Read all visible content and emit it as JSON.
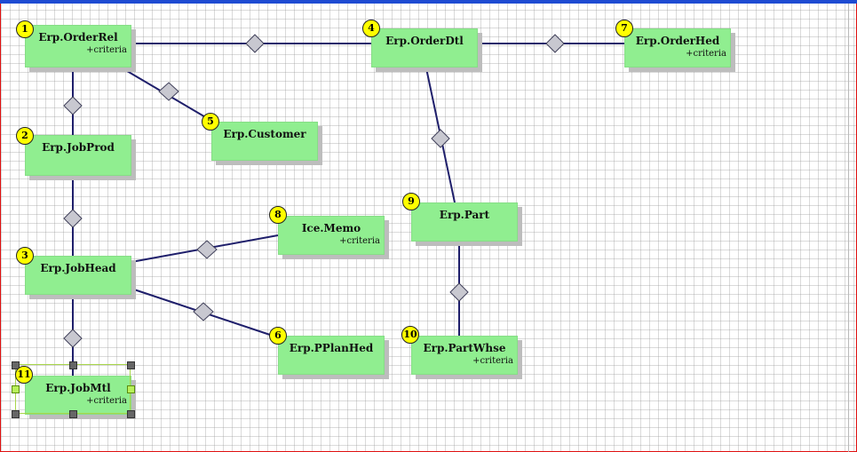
{
  "diagram": {
    "entities": [
      {
        "id": "n1",
        "badge": "1",
        "name": "Erp.OrderRel",
        "sub": "+criteria"
      },
      {
        "id": "n2",
        "badge": "2",
        "name": "Erp.JobProd",
        "sub": ""
      },
      {
        "id": "n3",
        "badge": "3",
        "name": "Erp.JobHead",
        "sub": ""
      },
      {
        "id": "n4",
        "badge": "4",
        "name": "Erp.OrderDtl",
        "sub": ""
      },
      {
        "id": "n5",
        "badge": "5",
        "name": "Erp.Customer",
        "sub": ""
      },
      {
        "id": "n6",
        "badge": "6",
        "name": "Erp.PPlanHed",
        "sub": ""
      },
      {
        "id": "n7",
        "badge": "7",
        "name": "Erp.OrderHed",
        "sub": "+criteria"
      },
      {
        "id": "n8",
        "badge": "8",
        "name": "Ice.Memo",
        "sub": "+criteria"
      },
      {
        "id": "n9",
        "badge": "9",
        "name": "Erp.Part",
        "sub": ""
      },
      {
        "id": "n10",
        "badge": "10",
        "name": "Erp.PartWhse",
        "sub": "+criteria"
      },
      {
        "id": "n11",
        "badge": "11",
        "name": "Erp.JobMtl",
        "sub": "+criteria"
      }
    ],
    "selected_entity": "Erp.JobMtl",
    "colors": {
      "node_fill": "#90ee90",
      "badge_fill": "#ffff00",
      "link_line": "#1f1f6b",
      "join_diamond": "#c8c8d0",
      "frame_border": "#e01010",
      "title_bar": "#1e4bd2"
    }
  }
}
